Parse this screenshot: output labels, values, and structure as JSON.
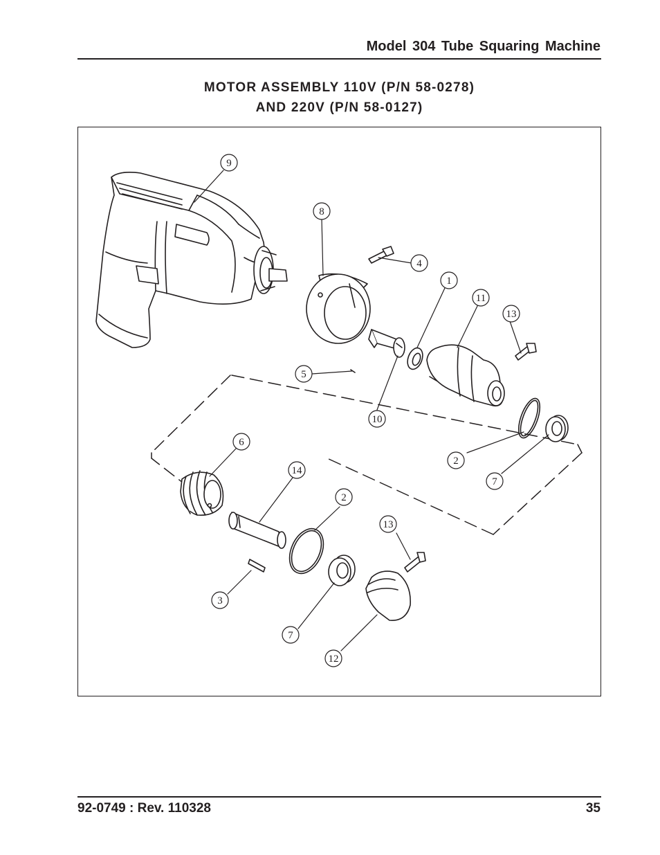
{
  "header": {
    "title": "Model 304 Tube Squaring Machine"
  },
  "document_title": {
    "line1": "MOTOR ASSEMBLY 110V (P/N 58-0278)",
    "line2": "AND 220V (P/N 58-0127)"
  },
  "callouts": [
    "9",
    "8",
    "4",
    "1",
    "11",
    "13",
    "5",
    "10",
    "6",
    "14",
    "2",
    "2",
    "7",
    "13",
    "3",
    "7",
    "12"
  ],
  "footer": {
    "doc_number": "92-0749 : Rev. 110328",
    "page_number": "35"
  }
}
